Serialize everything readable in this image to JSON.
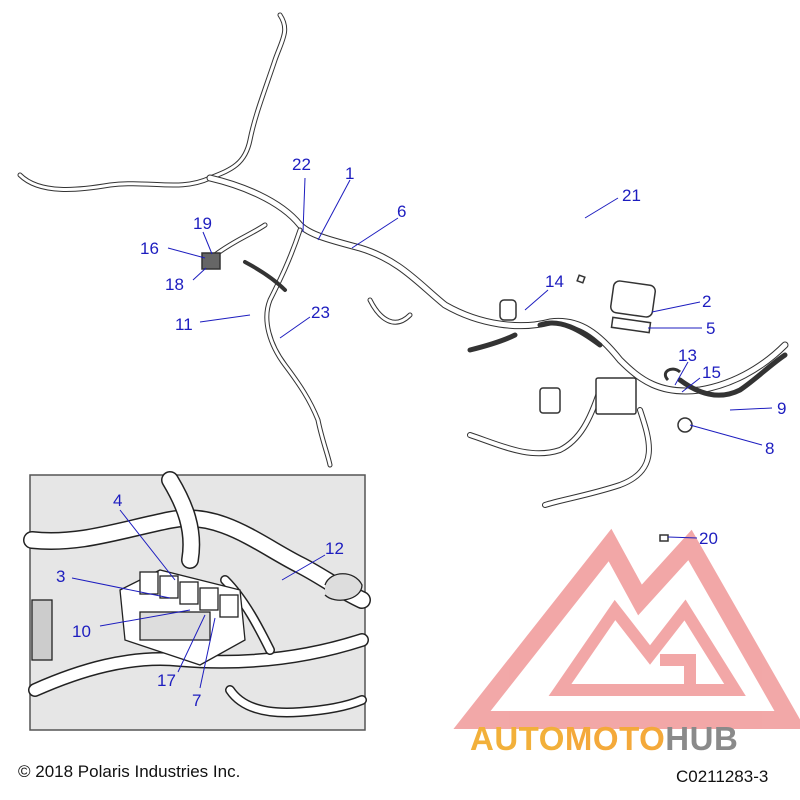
{
  "callouts": {
    "c1": "1",
    "c2": "2",
    "c3": "3",
    "c4": "4",
    "c5": "5",
    "c6": "6",
    "c7": "7",
    "c8": "8",
    "c9": "9",
    "c10": "10",
    "c11": "11",
    "c12": "12",
    "c13": "13",
    "c14": "14",
    "c15": "15",
    "c16": "16",
    "c17": "17",
    "c18": "18",
    "c19": "19",
    "c20": "20",
    "c21": "21",
    "c22": "22",
    "c23": "23"
  },
  "footer": {
    "copyright": "© 2018 Polaris Industries Inc.",
    "diagram_code": "C0211283-3"
  },
  "watermark": {
    "part1": "AUTO",
    "part2": "MOTO",
    "part3": "HUB"
  },
  "colors": {
    "callout": "#1d1dbf",
    "line": "#1d1dbf",
    "harness": "#333333",
    "inset_bg": "#e9e9e9",
    "logo_red": "#f08080",
    "logo_orange": "#f2b03a",
    "logo_gray": "#8a8a8a"
  }
}
